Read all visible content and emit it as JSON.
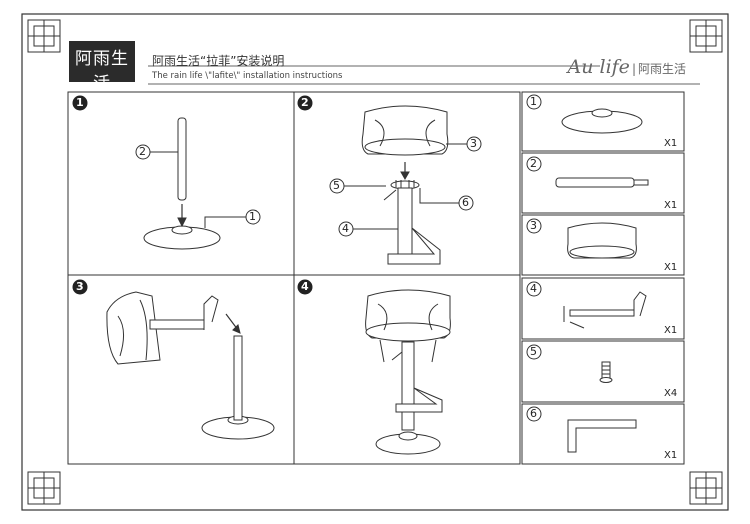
{
  "brand": {
    "name_cn": "阿雨生活",
    "signature": "Au life"
  },
  "header": {
    "title_cn": "阿雨生活“拉菲”安装说明",
    "title_en": "The rain life \\\"lafite\\\" installation instructions"
  },
  "logo": {
    "script": "Au life",
    "divider": "|",
    "name_cn": "阿雨生活"
  },
  "steps": [
    {
      "number": "1",
      "callouts": [
        "2",
        "1"
      ]
    },
    {
      "number": "2",
      "callouts": [
        "3",
        "5",
        "6",
        "4"
      ]
    },
    {
      "number": "3"
    },
    {
      "number": "4"
    }
  ],
  "parts": [
    {
      "number": "1",
      "qty": "X1",
      "icon": "base-disc"
    },
    {
      "number": "2",
      "qty": "X1",
      "icon": "gas-lift-column"
    },
    {
      "number": "3",
      "qty": "X1",
      "icon": "seat"
    },
    {
      "number": "4",
      "qty": "X1",
      "icon": "footrest-bracket"
    },
    {
      "number": "5",
      "qty": "X4",
      "icon": "screw"
    },
    {
      "number": "6",
      "qty": "X1",
      "icon": "allen-key"
    }
  ]
}
